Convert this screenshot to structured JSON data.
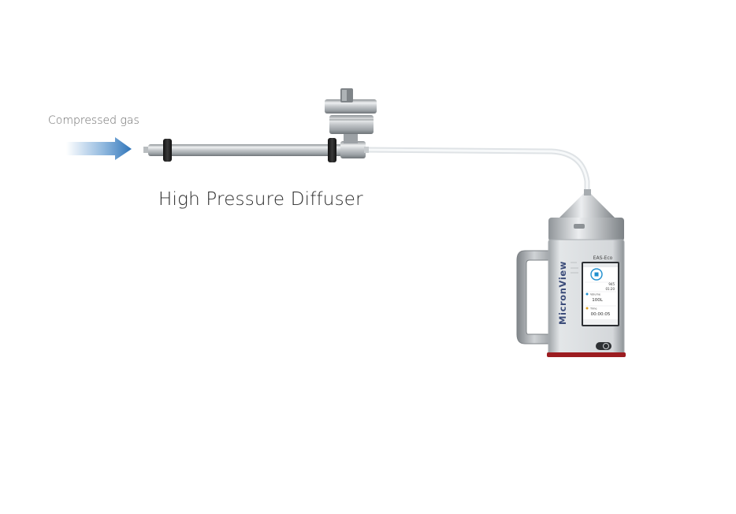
{
  "labels": {
    "inlet": "Compressed gas",
    "device": "High Pressure Diffuser"
  },
  "counter": {
    "brand": "MicronView",
    "model": "EAS-Eco",
    "volume_value": "100L",
    "time_value": "00:00:05",
    "reading_1": "945",
    "reading_2": "01:20",
    "volume_label": "Volume",
    "time_label": "Time"
  },
  "colors": {
    "arrow": "#3d83c6",
    "body": "#c9cccf",
    "base_red": "#9c1c20",
    "tube": "#eef1f3"
  }
}
